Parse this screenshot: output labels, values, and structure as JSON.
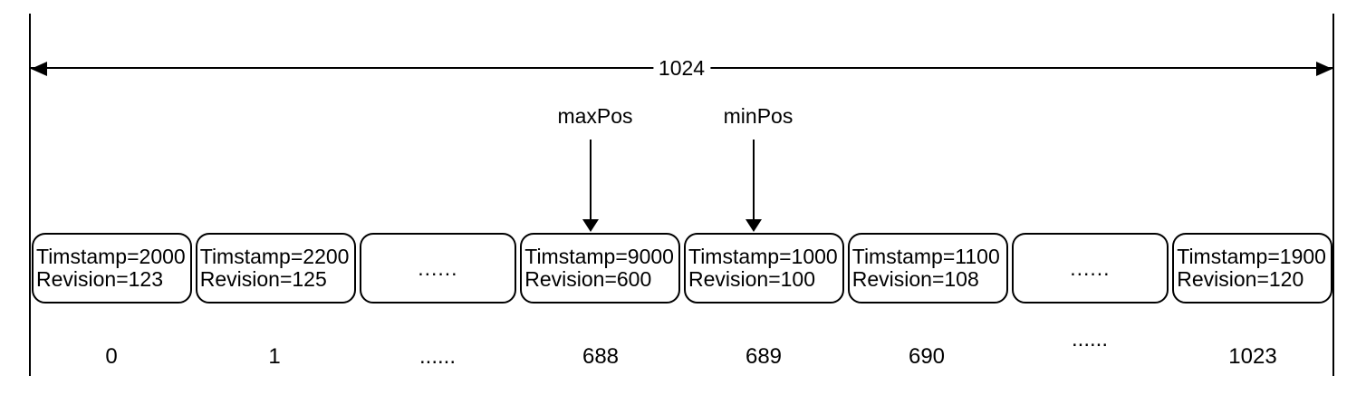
{
  "diagram": {
    "capacity_label": "1024",
    "pointers": [
      {
        "label": "maxPos"
      },
      {
        "label": "minPos"
      }
    ],
    "cells": [
      {
        "line1": "Timstamp=2000",
        "line2": "Revision=123",
        "index": "0"
      },
      {
        "line1": "Timstamp=2200",
        "line2": "Revision=125",
        "index": "1"
      },
      {
        "ellipsis": "......",
        "index": "......"
      },
      {
        "line1": "Timstamp=9000",
        "line2": "Revision=600",
        "index": "688"
      },
      {
        "line1": "Timstamp=1000",
        "line2": "Revision=100",
        "index": "689"
      },
      {
        "line1": "Timstamp=1100",
        "line2": "Revision=108",
        "index": "690"
      },
      {
        "ellipsis": "......",
        "index": "......"
      },
      {
        "line1": "Timstamp=1900",
        "line2": "Revision=120",
        "index": "1023"
      }
    ],
    "colors": {
      "line": "#000000",
      "background": "#ffffff",
      "text": "#000000"
    }
  }
}
